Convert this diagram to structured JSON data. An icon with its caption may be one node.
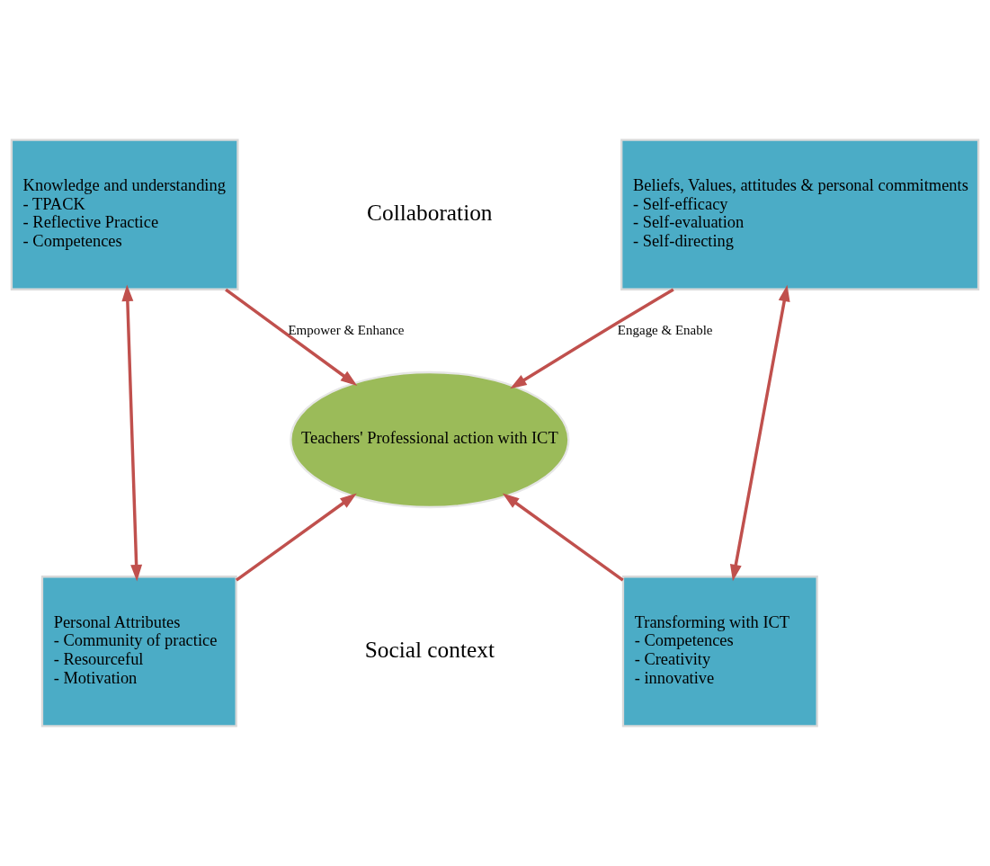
{
  "diagram": {
    "nodes": [
      {
        "text": [
          "Knowledge and understanding",
          "- TPACK",
          "- Reflective Practice",
          "- Competences"
        ]
      },
      {
        "text": [
          "Beliefs, Values, attitudes & personal commitments",
          "- Self-efficacy",
          "- Self-evaluation",
          "- Self-directing"
        ]
      },
      {
        "text": [
          "Teachers' Professional action with ICT"
        ]
      },
      {
        "text": [
          "Personal Attributes",
          "- Community of practice",
          "- Resourceful",
          "- Motivation"
        ]
      },
      {
        "text": [
          "Transforming with ICT",
          "- Competences",
          "- Creativity",
          "- innovative"
        ]
      }
    ],
    "edges": [
      {
        "from": 0,
        "to": 3,
        "arrow": "both"
      },
      {
        "from": 0,
        "to": 2,
        "arrow": "to",
        "label": "Empower & Enhance"
      },
      {
        "from": 3,
        "to": 2,
        "arrow": "to"
      },
      {
        "from": 1,
        "to": 4,
        "arrow": "both"
      },
      {
        "from": 1,
        "to": 2,
        "arrow": "to",
        "label": "Engage & Enable"
      },
      {
        "from": 4,
        "to": 2,
        "arrow": "to"
      }
    ],
    "labels": [
      "Collaboration",
      "Social context"
    ]
  }
}
